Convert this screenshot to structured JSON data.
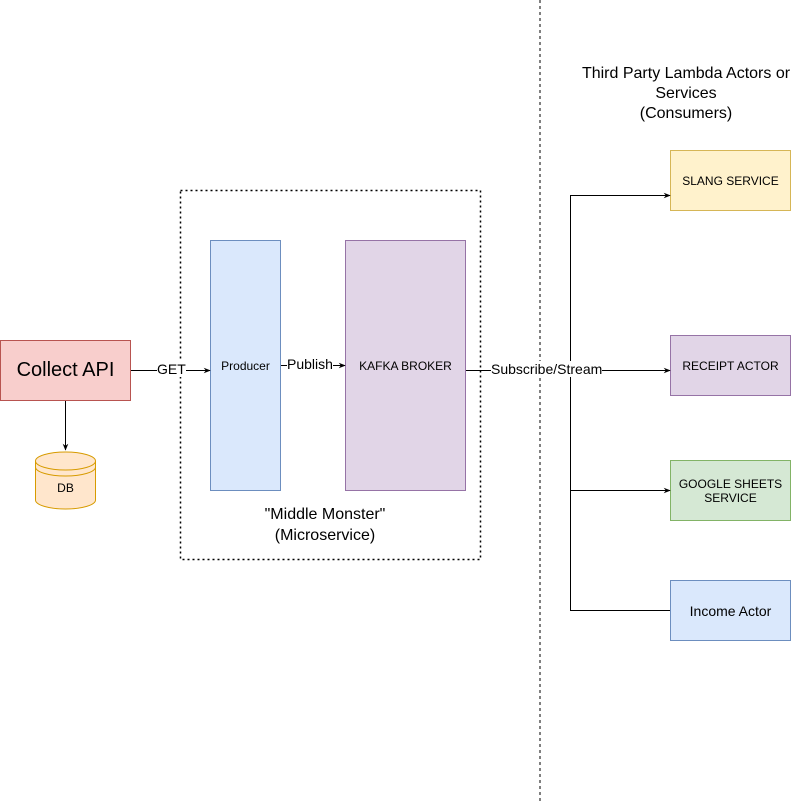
{
  "nodes": {
    "collect_api": {
      "label": "Collect API",
      "fill": "#f8cecc",
      "stroke": "#b85450"
    },
    "db": {
      "label": "DB",
      "fill": "#ffe6cc",
      "stroke": "#d79b00"
    },
    "producer": {
      "label": "Producer",
      "fill": "#dae8fc",
      "stroke": "#6c8ebf"
    },
    "kafka": {
      "label": "KAFKA BROKER",
      "fill": "#e1d5e7",
      "stroke": "#9673a6"
    },
    "slang": {
      "label": "SLANG SERVICE",
      "fill": "#fff2cc",
      "stroke": "#d6b656"
    },
    "receipt": {
      "label": "RECEIPT ACTOR",
      "fill": "#e1d5e7",
      "stroke": "#9673a6"
    },
    "google": {
      "label": "GOOGLE SHEETS SERVICE",
      "fill": "#d5e8d4",
      "stroke": "#82b366"
    },
    "income": {
      "label": "Income Actor",
      "fill": "#dae8fc",
      "stroke": "#6c8ebf"
    }
  },
  "groups": {
    "middle_monster": {
      "title_line1": "\"Middle Monster\"",
      "title_line2": "(Microservice)"
    }
  },
  "consumers_heading": {
    "line1": "Third Party Lambda Actors or",
    "line2": "Services",
    "line3": "(Consumers)"
  },
  "edges": {
    "get": "GET",
    "publish": "Publish",
    "subscribe": "Subscribe/Stream"
  }
}
